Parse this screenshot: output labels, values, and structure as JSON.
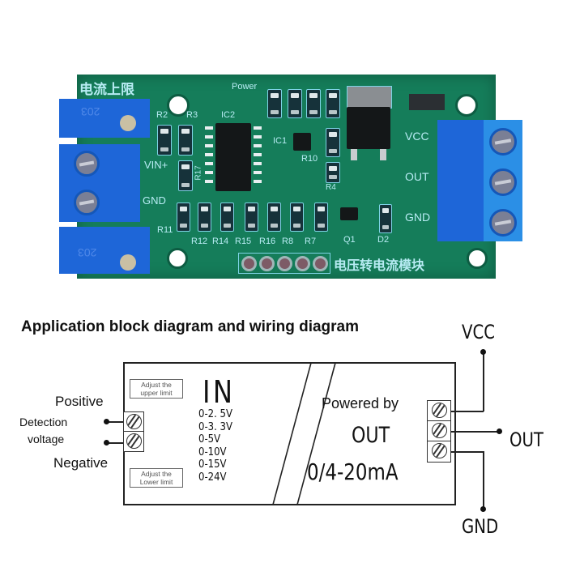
{
  "board": {
    "label_upper_limit_cn": "电流上限",
    "label_module_cn": "电压转电流模块",
    "label_power": "Power",
    "label_vin_plus": "VIN+",
    "label_gnd_left": "GND",
    "right_terminal_labels": [
      "VCC",
      "OUT",
      "GND"
    ],
    "components": {
      "ic2": "IC2",
      "ic1": "IC1",
      "r2": "R2",
      "r3": "R3",
      "r17": "R17",
      "r10": "R10",
      "r4": "R4",
      "r11": "R11",
      "q1": "Q1",
      "d2": "D2",
      "bottom_row": [
        "R12",
        "R14",
        "R15",
        "R16",
        "R8",
        "R7"
      ]
    },
    "pot_markings": [
      "203",
      "203"
    ],
    "colors": {
      "pcb": "#157d5a",
      "silkscreen": "#b8ecf4",
      "terminal_blue": "#1e66d8"
    }
  },
  "diagram": {
    "title": "Application block diagram and wiring diagram",
    "left_labels": {
      "positive": "Positive",
      "detection_line1": "Detection",
      "detection_line2": "voltage",
      "negative": "Negative"
    },
    "adjust_upper": [
      "Adjust the",
      "upper limit"
    ],
    "adjust_lower": [
      "Adjust the",
      "Lower limit"
    ],
    "in_label": "IN",
    "input_ranges": [
      "0-2. 5V",
      "0-3. 3V",
      "0-5V",
      "0-10V",
      "0-15V",
      "0-24V"
    ],
    "powered_by": "Powered by",
    "out_inner": "OUT",
    "output_range": "0/4-20mA",
    "right_labels": {
      "vcc": "VCC",
      "out": "OUT",
      "gnd": "GND"
    }
  }
}
